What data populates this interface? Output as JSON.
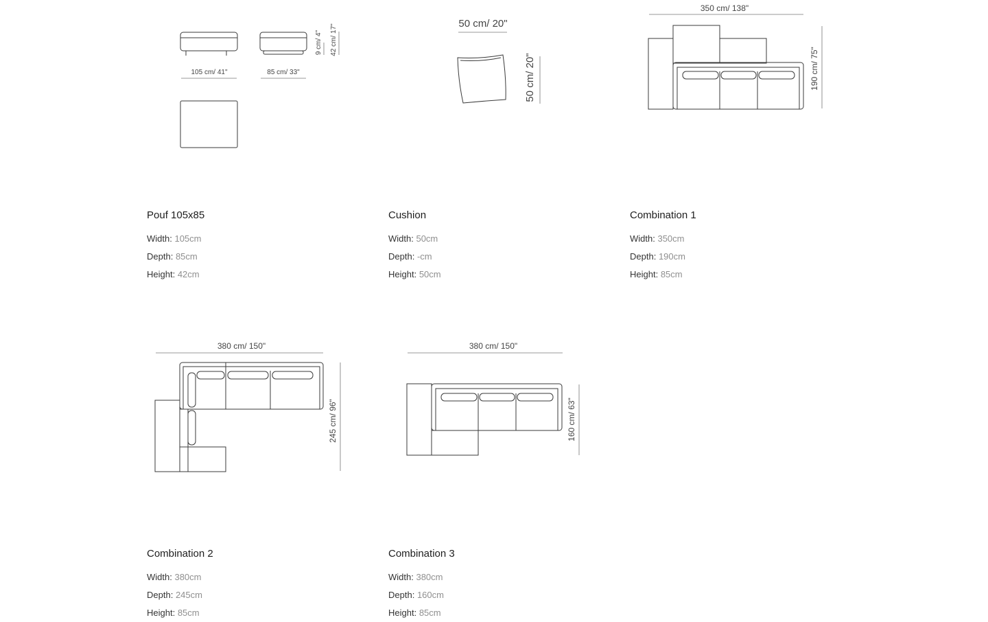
{
  "products": [
    {
      "id": "pouf",
      "title": "Pouf 105x85",
      "width_label": "Width:",
      "width_value": "105cm",
      "depth_label": "Depth:",
      "depth_value": "85cm",
      "height_label": "Height:",
      "height_value": "42cm",
      "dims": {
        "w1": "105 cm/  41\"",
        "w2": "85 cm/  33\"",
        "h1": "9 cm/  4\"",
        "h2": "42 cm/  17\""
      }
    },
    {
      "id": "cushion",
      "title": "Cushion",
      "width_label": "Width:",
      "width_value": "50cm",
      "depth_label": "Depth:",
      "depth_value": "-cm",
      "height_label": "Height:",
      "height_value": "50cm",
      "dims": {
        "w": "50 cm/  20\"",
        "h": "50 cm/  20\""
      }
    },
    {
      "id": "combination-1",
      "title": "Combination 1",
      "width_label": "Width:",
      "width_value": "350cm",
      "depth_label": "Depth:",
      "depth_value": "190cm",
      "height_label": "Height:",
      "height_value": "85cm",
      "dims": {
        "w": "350 cm/ 138\"",
        "h": "190 cm/ 75\""
      }
    },
    {
      "id": "combination-2",
      "title": "Combination 2",
      "width_label": "Width:",
      "width_value": "380cm",
      "depth_label": "Depth:",
      "depth_value": "245cm",
      "height_label": "Height:",
      "height_value": "85cm",
      "dims": {
        "w": "380 cm/ 150\"",
        "h": "245 cm/ 96\""
      }
    },
    {
      "id": "combination-3",
      "title": "Combination 3",
      "width_label": "Width:",
      "width_value": "380cm",
      "depth_label": "Depth:",
      "depth_value": "160cm",
      "height_label": "Height:",
      "height_value": "85cm",
      "dims": {
        "w": "380 cm/ 150\"",
        "h": "160 cm/ 63\""
      }
    }
  ]
}
